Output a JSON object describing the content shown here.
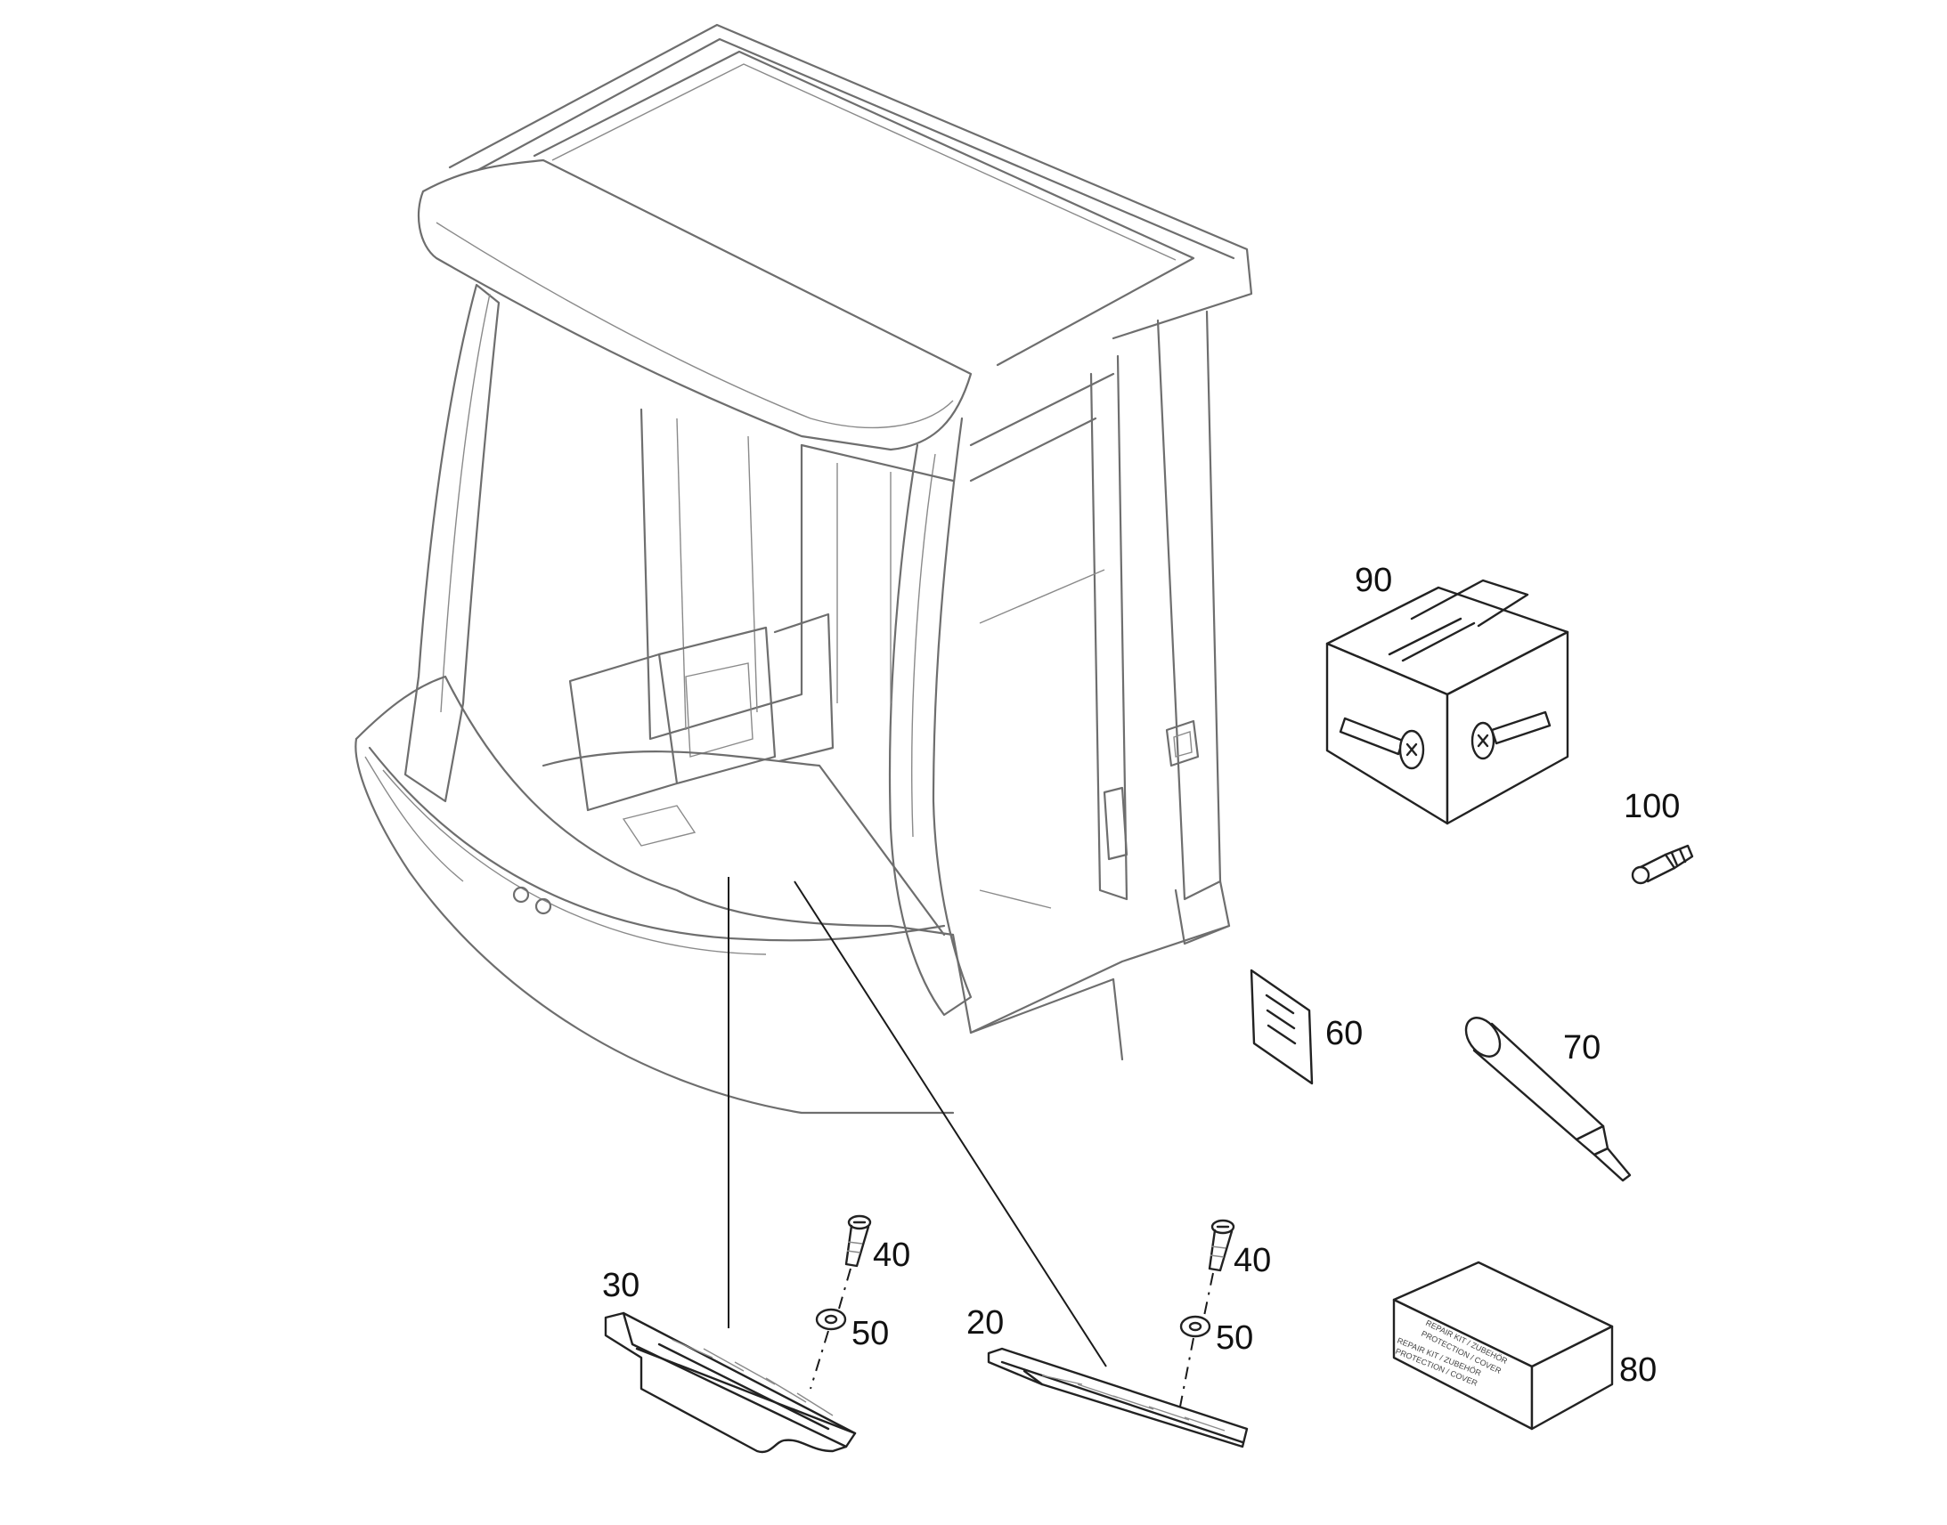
{
  "callouts": {
    "c20": "20",
    "c30": "30",
    "c40a": "40",
    "c40b": "40",
    "c50a": "50",
    "c50b": "50",
    "c60": "60",
    "c70": "70",
    "c80": "80",
    "c90": "90",
    "c100": "100"
  },
  "colors": {
    "linework": "#6e6e6e",
    "part_outline": "#222222",
    "text": "#111111"
  }
}
